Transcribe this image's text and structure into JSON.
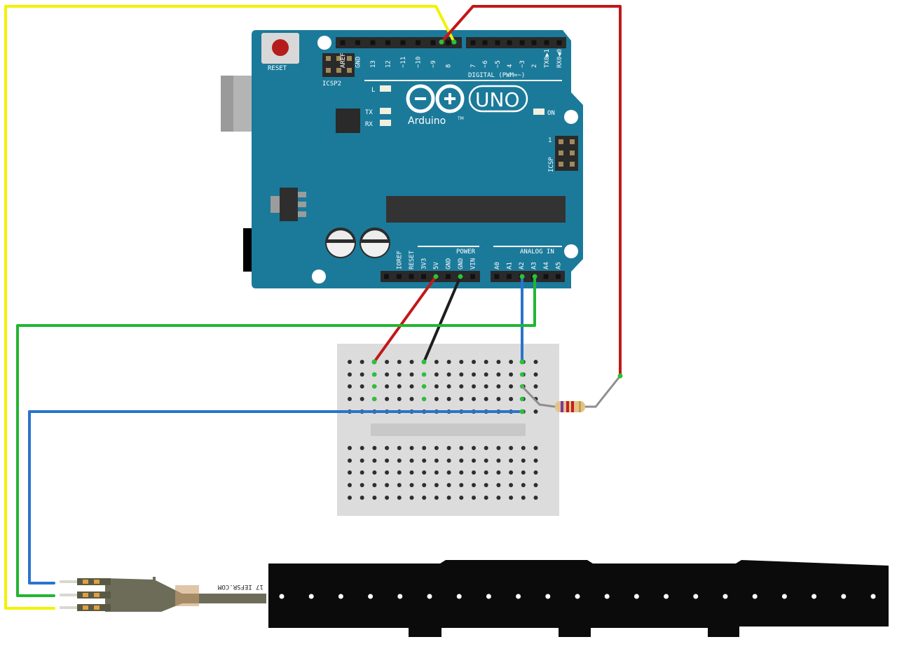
{
  "board": {
    "brand": "UNO",
    "name": "Arduino",
    "tm": "TM",
    "reset_label": "RESET",
    "icsp2_label": "ICSP2",
    "icsp_label": "ICSP",
    "icsp_pin1": "1",
    "digital_label": "DIGITAL (PWM=~)",
    "power_label": "POWER",
    "analog_label": "ANALOG IN",
    "led_l": "L",
    "led_tx": "TX",
    "led_rx": "RX",
    "led_on": "ON",
    "digital_pins": [
      "AREF",
      "GND",
      "13",
      "12",
      "~11",
      "~10",
      "~9",
      "8",
      "7",
      "~6",
      "~5",
      "4",
      "~3",
      "2",
      "TX0▶1",
      "RX0◀0"
    ],
    "power_pins": [
      "IOREF",
      "RESET",
      "3V3",
      "5V",
      "GND",
      "GND",
      "VIN"
    ],
    "analog_pins": [
      "A0",
      "A1",
      "A2",
      "A3",
      "A4",
      "A5"
    ]
  },
  "sensor": {
    "label": "17 IEFSR.COM"
  },
  "colors": {
    "board": "#1b7a9a",
    "wire_yellow": "#f2f200",
    "wire_red": "#c21818",
    "wire_green": "#22b533",
    "wire_blue": "#2a74cc",
    "wire_black": "#1e1e1e",
    "wire_gray": "#8e8e8e",
    "breadboard": "#dcdcdc",
    "sensor": "#0b0b0b"
  }
}
